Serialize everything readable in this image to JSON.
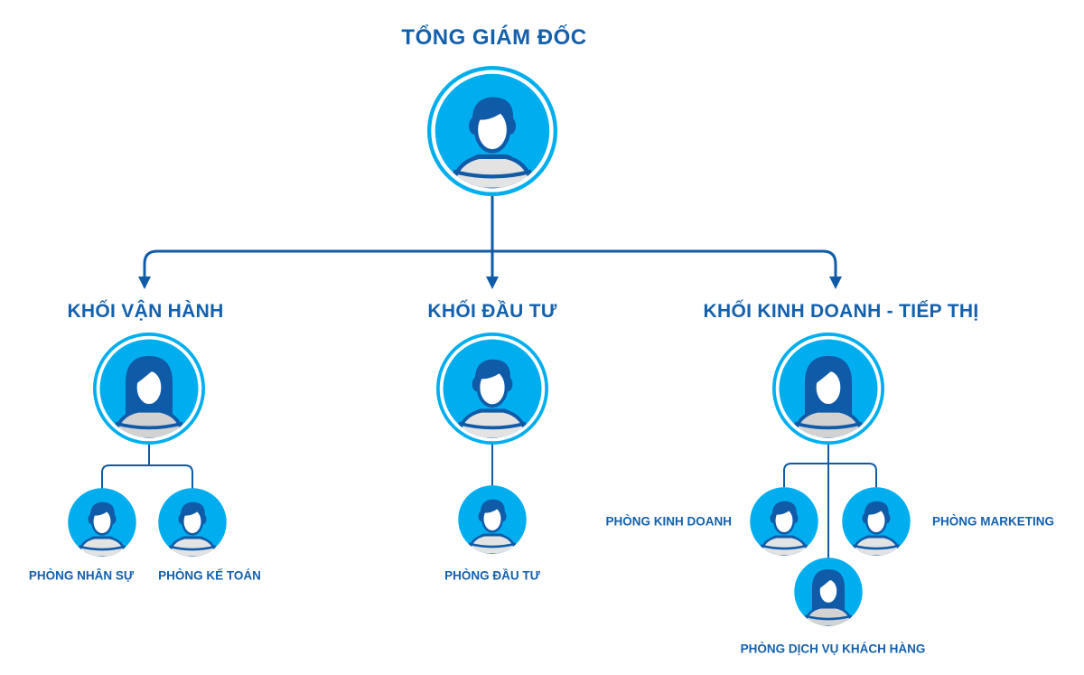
{
  "colors": {
    "dark_blue": "#0f5ba8",
    "light_blue": "#00aeef",
    "grey": "#e3e3e3"
  },
  "root": {
    "title": "TỔNG GIÁM ĐỐC",
    "avatar": "male-avatar-icon"
  },
  "divisions": [
    {
      "title": "KHỐI VẬN HÀNH",
      "avatar": "female-avatar-icon",
      "departments": [
        {
          "label": "PHÒNG NHÂN SỰ"
        },
        {
          "label": "PHÒNG KẾ TOÁN"
        }
      ]
    },
    {
      "title": "KHỐI ĐẦU TƯ",
      "avatar": "male-avatar-icon",
      "departments": [
        {
          "label": "PHÒNG ĐẦU TƯ"
        }
      ]
    },
    {
      "title": "KHỐI KINH DOANH - TIẾP THỊ",
      "avatar": "female-avatar-icon",
      "departments": [
        {
          "label": "PHÒNG KINH DOANH"
        },
        {
          "label": "PHÒNG MARKETING"
        },
        {
          "label": "PHÒNG DỊCH VỤ KHÁCH HÀNG"
        }
      ]
    }
  ]
}
